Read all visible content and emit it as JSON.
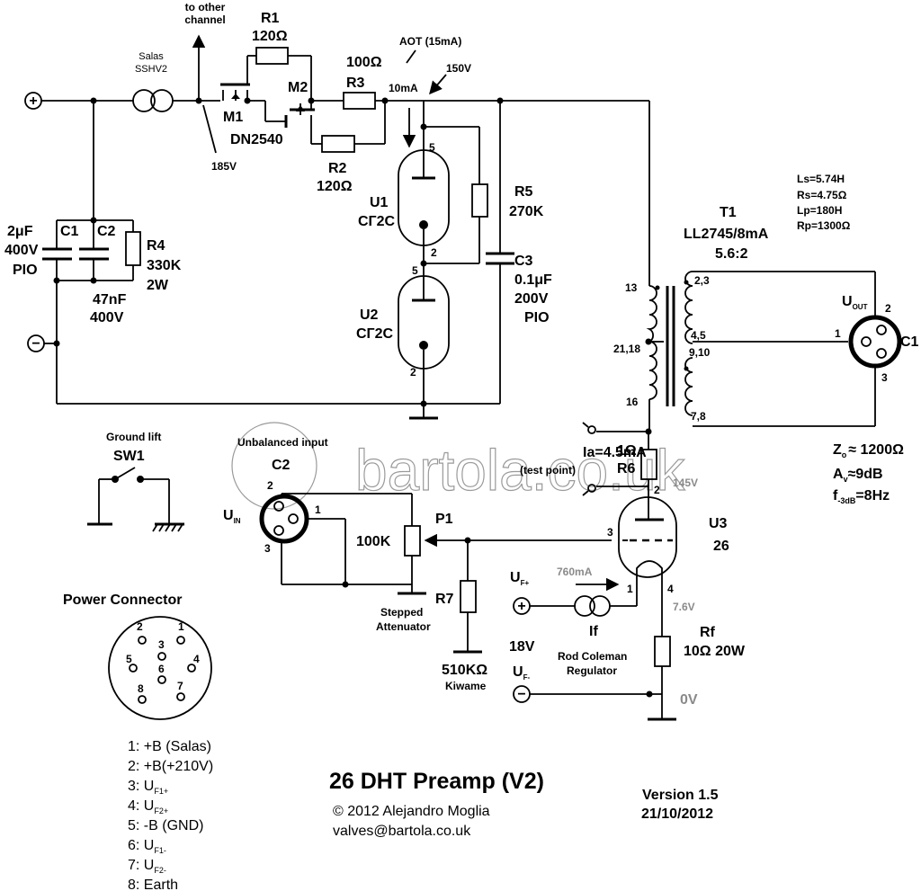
{
  "supply": {
    "plus_symbol": "+",
    "minus_symbol": "−",
    "salas_l1": "Salas",
    "salas_l2": "SSHV2",
    "to_other_l1": "to other",
    "to_other_l2": "channel",
    "v185": "185V",
    "aot": "AOT (15mA)",
    "ma10": "10mA",
    "v150": "150V"
  },
  "parts": {
    "r1_name": "R1",
    "r1_val": "120Ω",
    "r2_name": "R2",
    "r2_val": "120Ω",
    "r3_name": "R3",
    "r3_val": "100Ω",
    "m1": "M1",
    "m2": "M2",
    "mosfet_type": "DN2540",
    "c1_name": "C1",
    "c1_v1": "2μF",
    "c1_v2": "400V",
    "c1_v3": "PIO",
    "c2_name": "C2",
    "c2_v1": "47nF",
    "c2_v2": "400V",
    "r4_name": "R4",
    "r4_v1": "330K",
    "r4_v2": "2W",
    "u1_name": "U1",
    "u1_type": "СГ2С",
    "u2_name": "U2",
    "u2_type": "СГ2С",
    "r5_name": "R5",
    "r5_val": "270K",
    "c3_name": "C3",
    "c3_v1": "0.1μF",
    "c3_v2": "200V",
    "c3_v3": "PIO",
    "t1_name": "T1",
    "t1_type": "LL2745/8mA",
    "t1_ratio": "5.6:2",
    "ls": "Ls=5.74H",
    "rs": "Rs=4.75Ω",
    "lp": "Lp=180H",
    "rp": "Rp=1300Ω",
    "uout": "U",
    "uout_sub": "OUT",
    "c1_out": "C1",
    "zo_a": "Z",
    "zo_sub": "o",
    "zo_b": "≈ 1200Ω",
    "av_a": "A",
    "av_sub": "v",
    "av_b": "≈9dB",
    "f_a": "f",
    "f_sub": "-3dB",
    "f_b": "=8Hz",
    "sw1_title": "Ground lift",
    "sw1": "SW1",
    "unbal": "Unbalanced input",
    "c2_in": "C2",
    "uin": "U",
    "uin_sub": "IN",
    "p1_name": "P1",
    "p1_val": "100K",
    "stepped_l1": "Stepped",
    "stepped_l2": "Attenuator",
    "r7_name": "R7",
    "r7_val": "510KΩ",
    "r7_brand": "Kiwame",
    "ia_l1": "Ia=4.5mA",
    "ia_l2": "(test point)",
    "r6_val": "1Ω",
    "r6_name": "R6",
    "v145": "145V",
    "u3_name": "U3",
    "u3_type": "26",
    "ma760": "760mA",
    "uf_plus": "U",
    "uf_plus_sub": "F+",
    "uf_minus": "U",
    "uf_minus_sub": "F-",
    "v18": "18V",
    "if_label": "If",
    "rc_l1": "Rod Coleman",
    "rc_l2": "Regulator",
    "v76": "7.6V",
    "rf_name": "Rf",
    "rf_val": "10Ω 20W",
    "v0": "0V"
  },
  "pins": {
    "u1_5": "5",
    "u1_2": "2",
    "u2_5": "5",
    "u2_2": "2",
    "t13": "13",
    "t2118": "21,18",
    "t16": "16",
    "t23": "2,3",
    "t45": "4,5",
    "t910": "9,10",
    "t78": "7,8",
    "o1": "1",
    "o2": "2",
    "o3": "3",
    "i1": "1",
    "i2": "2",
    "i3": "3",
    "u3_2": "2",
    "u3_3": "3",
    "u3_1": "1",
    "u3_4": "4"
  },
  "connector": {
    "title": "Power Connector",
    "pin_labels": [
      "1",
      "2",
      "3",
      "4",
      "5",
      "6",
      "7",
      "8"
    ],
    "legend": [
      {
        "main": "1: +B (Salas)",
        "sub": ""
      },
      {
        "main": "2: +B(+210V)",
        "sub": ""
      },
      {
        "main": "3: U",
        "sub": "F1+"
      },
      {
        "main": "4: U",
        "sub": "F2+"
      },
      {
        "main": "5: -B (GND)",
        "sub": ""
      },
      {
        "main": "6: U",
        "sub": "F1-"
      },
      {
        "main": "7: U",
        "sub": "F2-"
      },
      {
        "main": "8: Earth",
        "sub": ""
      }
    ]
  },
  "footer": {
    "title": "26 DHT Preamp (V2)",
    "copyright": "© 2012 Alejandro Moglia",
    "email": "valves@bartola.co.uk",
    "version": "Version 1.5",
    "date": "21/10/2012"
  },
  "watermark": {
    "text": "bartola.co.uk"
  }
}
